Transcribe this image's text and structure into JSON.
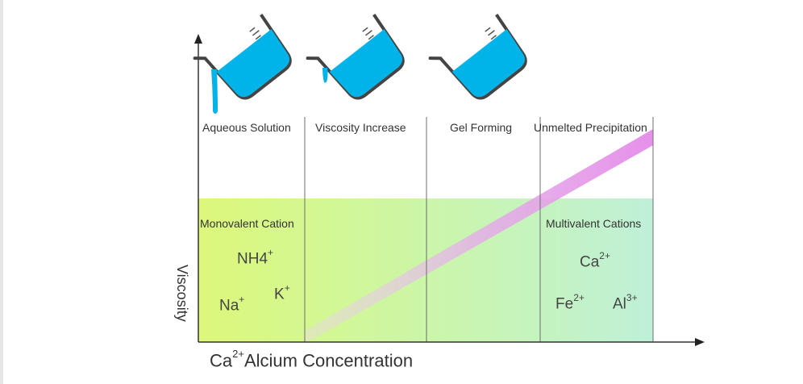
{
  "stages": [
    {
      "label": "Aqueous Solution"
    },
    {
      "label": "Viscosity Increase"
    },
    {
      "label": "Gel Forming"
    },
    {
      "label": "Unmelted Precipitation"
    }
  ],
  "groups": {
    "monovalent": "Monovalent Cation",
    "multivalent": "Multivalent Cations"
  },
  "ions": {
    "nh4": {
      "base": "NH4",
      "sup": "+"
    },
    "na": {
      "base": "Na",
      "sup": "+"
    },
    "k": {
      "base": "K",
      "sup": "+"
    },
    "ca": {
      "base": "Ca",
      "sup": "2+"
    },
    "fe": {
      "base": "Fe",
      "sup": "2+"
    },
    "al": {
      "base": "Al",
      "sup": "3+"
    }
  },
  "axes": {
    "y_title": "Viscosity",
    "x_title": {
      "base": "Ca",
      "sup": "2+",
      "rest": "Alcium Concentration"
    }
  },
  "colors": {
    "green_left": "#dcf77a",
    "green_right": "#bff0d8",
    "diagonal_band": "#e690ea",
    "liquid": "#00b4ea",
    "axis": "#333333"
  }
}
